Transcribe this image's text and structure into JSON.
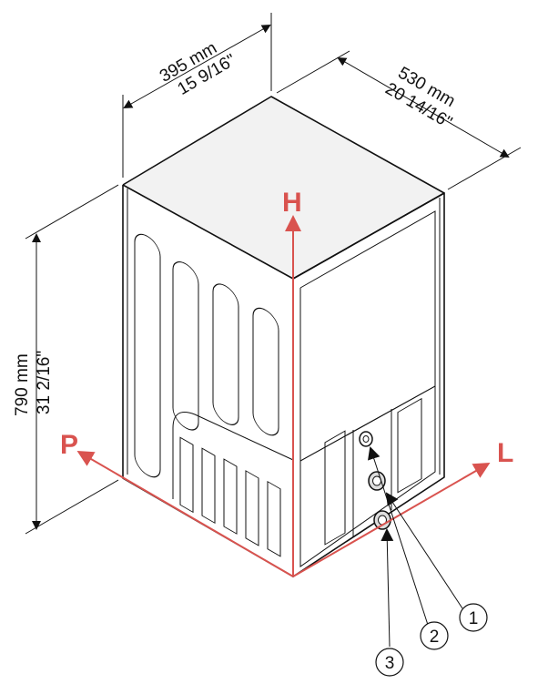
{
  "dimensions": {
    "width_mm": "395 mm",
    "width_in": "15 9/16\"",
    "depth_mm": "530 mm",
    "depth_in": "20 14/16\"",
    "height_mm": "790 mm",
    "height_in": "31 2/16\""
  },
  "axes": {
    "height": "H",
    "length": "L",
    "depth": "P",
    "color": "#d9534f"
  },
  "callouts": [
    "1",
    "2",
    "3"
  ]
}
